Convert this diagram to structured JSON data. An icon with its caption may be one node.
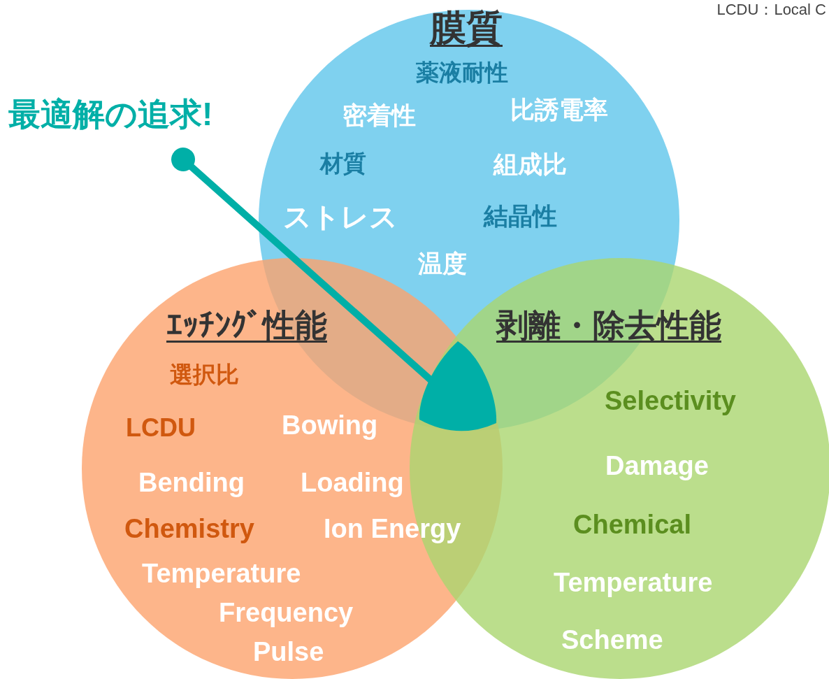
{
  "diagram": {
    "nodes": [
      {
        "text": [
          "最適解の追求!"
        ]
      },
      {
        "text": [
          "膜質",
          "薬液耐性",
          "密着性",
          "比誘電率",
          "材質",
          "組成比",
          "ストレス",
          "結晶性",
          "温度"
        ]
      },
      {
        "text": [
          "ｴｯﾁﾝｸﾞ性能",
          "選択比",
          "LCDU",
          "Bowing",
          "Bending",
          "Loading",
          "Chemistry",
          "Ion Energy",
          "Temperature",
          "Frequency",
          "Pulse"
        ]
      },
      {
        "text": [
          "剥離・除去性能",
          "Selectivity",
          "Damage",
          "Chemical",
          "Temperature",
          "Scheme"
        ]
      },
      {
        "text": [],
        "shape": "teardrop"
      }
    ],
    "edges": [
      {
        "from": 0,
        "to": 4,
        "arrow": "other"
      }
    ],
    "labels": [
      "LCDU：Local C"
    ]
  }
}
